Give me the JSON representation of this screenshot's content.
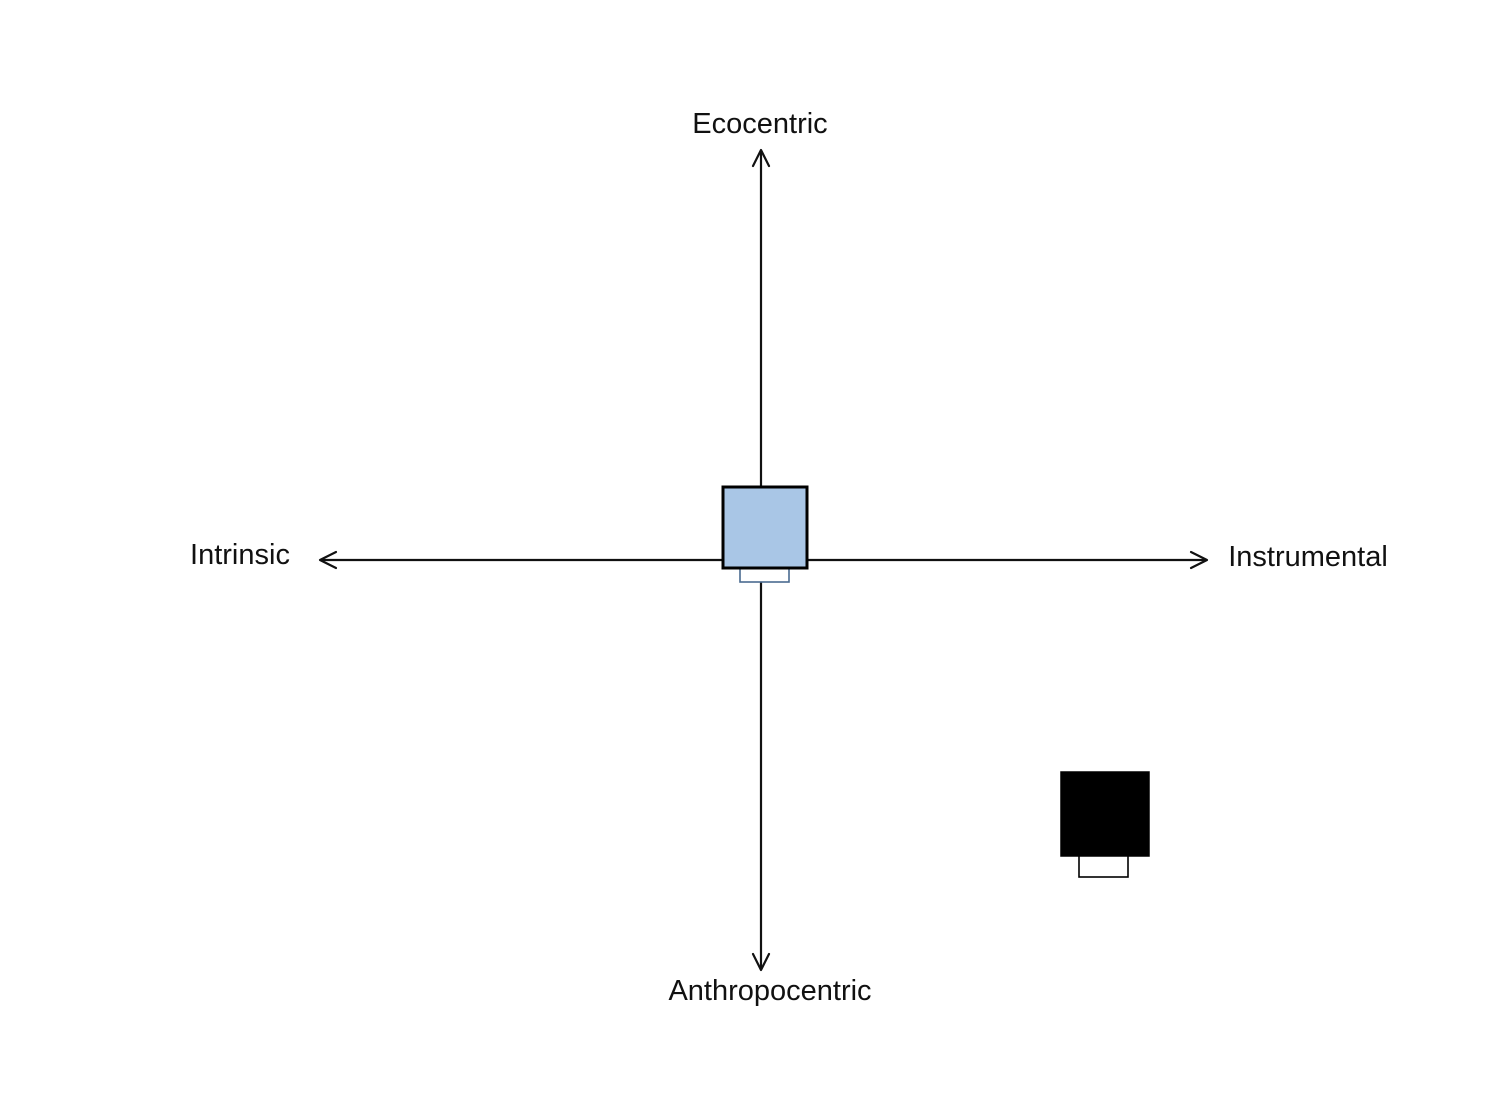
{
  "diagram": {
    "axes": {
      "top_label": "Ecocentric",
      "bottom_label": "Anthropocentric",
      "left_label": "Intrinsic",
      "right_label": "Instrumental"
    },
    "colors": {
      "axis": "#111111",
      "center_box_fill": "#a9c6e6",
      "center_box_border": "#000000",
      "center_box_tab": "#4a6b90",
      "corner_box_fill": "#000000",
      "corner_box_tab": "#000000"
    }
  }
}
